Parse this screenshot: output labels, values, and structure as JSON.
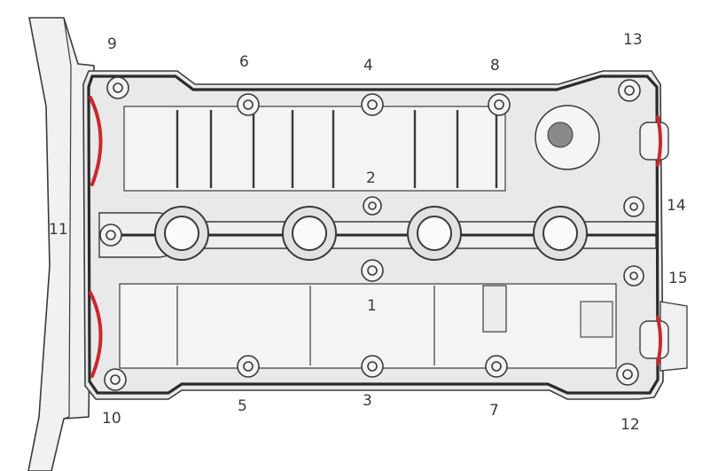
{
  "diagram": {
    "colors": {
      "background": "#ffffff",
      "housing_fill": "#f1f1f1",
      "cover_fill": "#e9e9e9",
      "line": "#3a3a3a",
      "gasket": "#2b2b2b",
      "seal_highlight": "#c8282e"
    },
    "bolt_labels": [
      {
        "id": "b1",
        "text": "1"
      },
      {
        "id": "b2",
        "text": "2"
      },
      {
        "id": "b3",
        "text": "3"
      },
      {
        "id": "b4",
        "text": "4"
      },
      {
        "id": "b5",
        "text": "5"
      },
      {
        "id": "b6",
        "text": "6"
      },
      {
        "id": "b7",
        "text": "7"
      },
      {
        "id": "b8",
        "text": "8"
      },
      {
        "id": "b9",
        "text": "9"
      },
      {
        "id": "b10",
        "text": "10"
      },
      {
        "id": "b11",
        "text": "11"
      },
      {
        "id": "b12",
        "text": "12"
      },
      {
        "id": "b13",
        "text": "13"
      },
      {
        "id": "b14",
        "text": "14"
      },
      {
        "id": "b15",
        "text": "15"
      }
    ]
  }
}
